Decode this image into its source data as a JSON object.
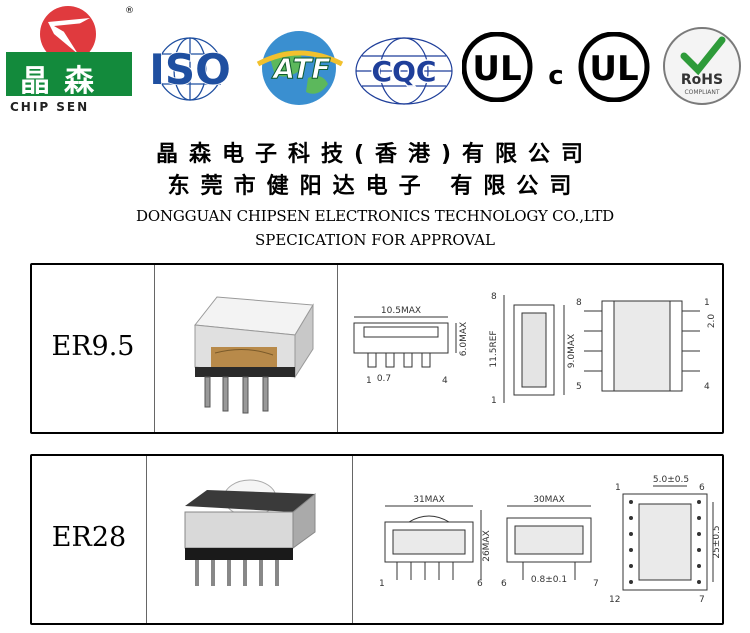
{
  "logos": {
    "chipsen": {
      "name_cn": "晶森",
      "name_en": "CHIP SEN",
      "registered": "®"
    },
    "iso": "ISO",
    "atf": "ATF",
    "cqc": "CQC",
    "ul": {
      "left": "UL",
      "connector": "c",
      "right": "UL"
    },
    "rohs": {
      "title": "RoHS",
      "subtitle": "COMPLIANT"
    }
  },
  "header": {
    "cn_line1": "晶森电子科技(香港)有限公司",
    "cn_line2": "东莞市健阳达电子 有限公司",
    "en_name": "DONGGUAN CHIPSEN ELECTRONICS TECHNOLOGY  CO.,LTD",
    "en_doc": "SPECICATION FOR APPROVAL"
  },
  "products": [
    {
      "model": "ER9.5",
      "dims": {
        "width": "10.5MAX",
        "height": "6.0MAX",
        "pitch": "0.7",
        "ref": "11.5REF",
        "body": "9.0MAX",
        "pin_gap": "2.0"
      },
      "pins": {
        "a": "1",
        "b": "4",
        "c": "8",
        "d": "5"
      }
    },
    {
      "model": "ER28",
      "dims": {
        "width": "31MAX",
        "height": "26MAX",
        "depth": "30MAX",
        "pitch": "0.8±0.1",
        "top_gap": "5.0±0.5",
        "side": "25±0.5"
      },
      "pins": {
        "a": "1",
        "b": "6",
        "c": "7",
        "d": "12"
      }
    }
  ]
}
